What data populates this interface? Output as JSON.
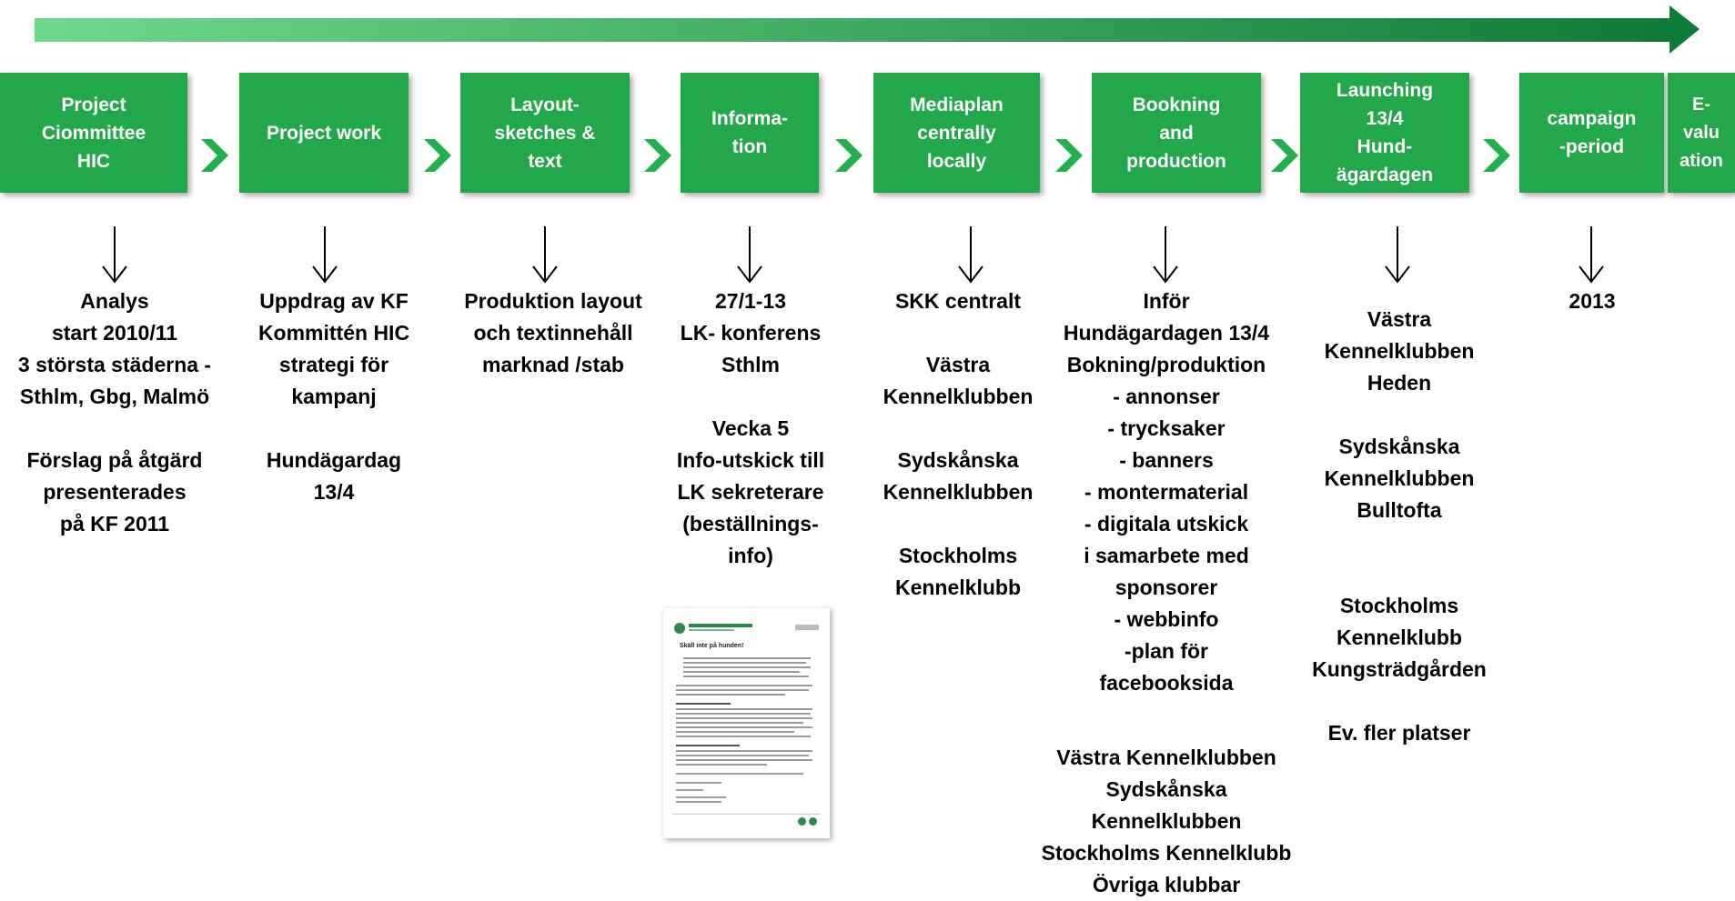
{
  "colors": {
    "step_fill": "#22a84a",
    "chevron": "#22b04a",
    "arrow_start": "#6fd98a",
    "arrow_end": "#0d7a33",
    "text": "#000000"
  },
  "steps": [
    {
      "label": "Project\nCiommittee\nHIC"
    },
    {
      "label": "Project work"
    },
    {
      "label": "Layout-\nsketches &\ntext"
    },
    {
      "label": "Informa-\ntion"
    },
    {
      "label": "Mediaplan\ncentrally\nlocally"
    },
    {
      "label": "Bookning\nand\nproduction"
    },
    {
      "label": "Launching\n13/4\nHund-\nägardagen"
    },
    {
      "label": "campaign\n-period"
    },
    {
      "label": "E-\nvalu\nation"
    }
  ],
  "columns": [
    {
      "text": "Analys\nstart 2010/11\n3 största städerna -\nSthlm, Gbg, Malmö\n\nFörslag på åtgärd\npresenterades\npå KF 2011"
    },
    {
      "text": "Uppdrag av KF\nKommittén HIC\nstrategi för\nkampanj\n\nHundägardag\n13/4"
    },
    {
      "text": "Produktion layout\noch textinnehåll\nmarknad /stab"
    },
    {
      "text": "27/1-13\nLK- konferens\nSthlm\n\nVecka  5\nInfo-utskick till\nLK sekreterare\n(beställnings-\ninfo)"
    },
    {
      "text": "SKK centralt\n\nVästra\nKennelklubben\n\nSydskånska\nKennelklubben\n\nStockholms\nKennelklubb"
    },
    {
      "text": "Inför\nHundägardagen 13/4\nBokning/produktion\n- annonser\n- trycksaker\n- banners\n- montermaterial\n- digitala utskick\ni samarbete med\nsponsorer\n- webbinfo\n-plan för\nfacebooksida"
    },
    {
      "text": "Västra Kennelklubben\nSydskånska\nKennelklubben\nStockholms Kennelklubb\nÖvriga klubbar"
    },
    {
      "text": "Västra\nKennelklubben\nHeden\n\nSydskånska\nKennelklubben\nBulltofta\n\n\nStockholms\nKennelklubb\nKungsträdgården\n\nEv. fler platser"
    },
    {
      "text": "2013"
    }
  ],
  "document_thumbnail": {
    "org": "SVENSKA KENNELKLUBBEN",
    "heading": "Skäll inte på hunden!"
  }
}
